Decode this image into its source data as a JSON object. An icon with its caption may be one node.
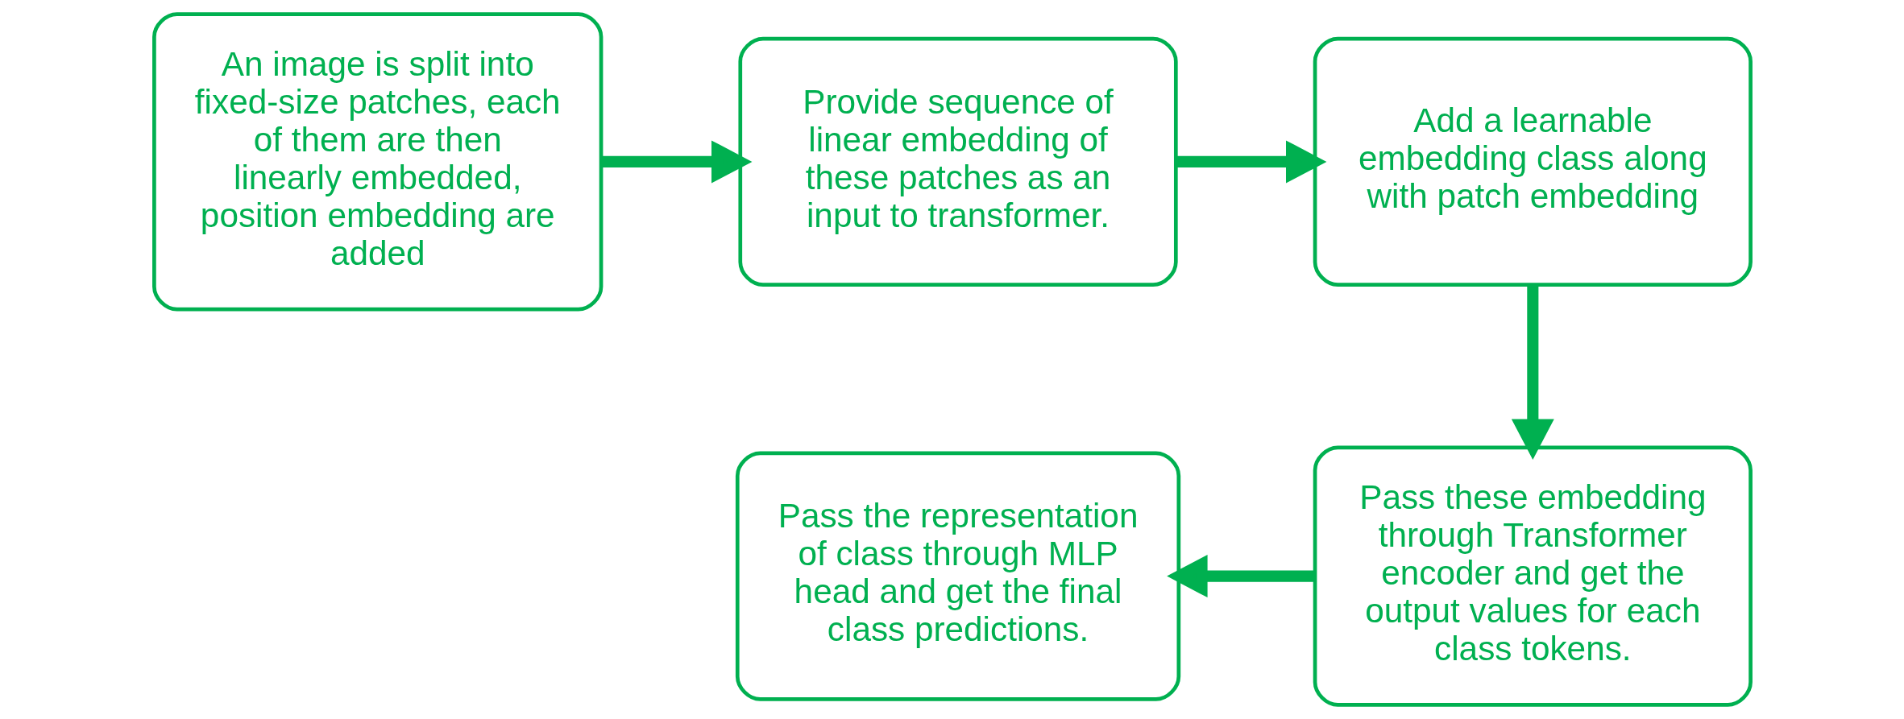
{
  "diagram": {
    "nodes": [
      {
        "text": [
          "An image is split into fixed-size patches, each of them are then linearly embedded, position embedding are added"
        ]
      },
      {
        "text": [
          "Provide sequence of linear embedding of these patches as an input to transformer."
        ]
      },
      {
        "text": [
          "Add a learnable embedding class along with patch embedding"
        ]
      },
      {
        "text": [
          "Pass these embedding through Transformer encoder and get the output values for each class tokens."
        ]
      },
      {
        "text": [
          "Pass the representation of class through MLP head and get the final class predictions."
        ]
      }
    ],
    "edges": [
      {
        "from": 0,
        "to": 1,
        "arrow": "to"
      },
      {
        "from": 1,
        "to": 2,
        "arrow": "to"
      },
      {
        "from": 2,
        "to": 3,
        "arrow": "to"
      },
      {
        "from": 3,
        "to": 4,
        "arrow": "to"
      }
    ]
  }
}
